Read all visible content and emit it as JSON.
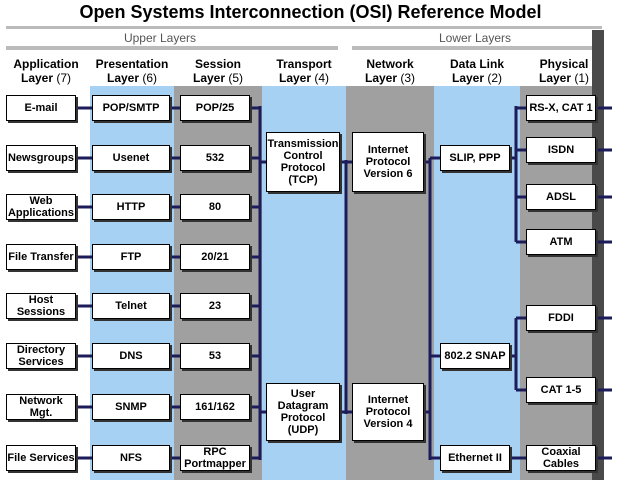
{
  "title": "Open Systems Interconnection (OSI) Reference Model",
  "bands": {
    "upper": "Upper Layers",
    "lower": "Lower Layers"
  },
  "colors": {
    "light_blue": "#a6d1f3",
    "gray": "#a0a0a0",
    "line_navy": "#1c1c5a"
  },
  "columns": [
    {
      "line1": "Application",
      "line2": "Layer",
      "num": "(7)"
    },
    {
      "line1": "Presentation",
      "line2": "Layer",
      "num": "(6)"
    },
    {
      "line1": "Session",
      "line2": "Layer",
      "num": "(5)"
    },
    {
      "line1": "Transport",
      "line2": "Layer",
      "num": "(4)"
    },
    {
      "line1": "Network",
      "line2": "Layer",
      "num": "(3)"
    },
    {
      "line1": "Data Link",
      "line2": "Layer",
      "num": "(2)"
    },
    {
      "line1": "Physical",
      "line2": "Layer",
      "num": "(1)"
    }
  ],
  "application": [
    "E-mail",
    "Newsgroups",
    "Web Applications",
    "File Transfer",
    "Host Sessions",
    "Directory Services",
    "Network Mgt.",
    "File Services"
  ],
  "presentation": [
    "POP/SMTP",
    "Usenet",
    "HTTP",
    "FTP",
    "Telnet",
    "DNS",
    "SNMP",
    "NFS"
  ],
  "session": [
    "POP/25",
    "532",
    "80",
    "20/21",
    "23",
    "53",
    "161/162",
    "RPC Portmapper"
  ],
  "transport": [
    "Transmission Control Protocol (TCP)",
    "User Datagram Protocol (UDP)"
  ],
  "network": [
    "Internet Protocol Version 6",
    "Internet Protocol Version 4"
  ],
  "datalink": [
    "SLIP, PPP",
    "802.2 SNAP",
    "Ethernet II"
  ],
  "physical": [
    "RS-X, CAT 1",
    "ISDN",
    "ADSL",
    "ATM",
    "FDDI",
    "CAT 1-5",
    "Coaxial Cables"
  ]
}
